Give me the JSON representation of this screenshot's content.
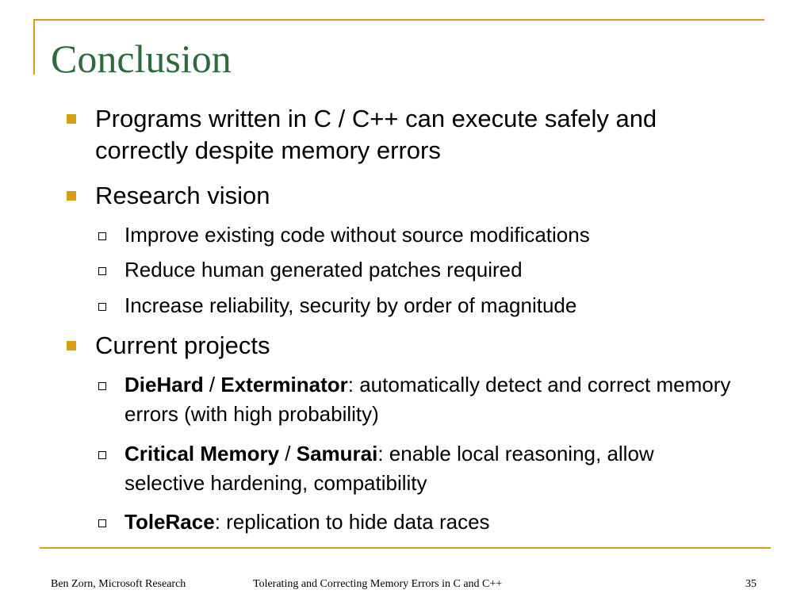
{
  "slide": {
    "title": "Conclusion",
    "bullets": [
      {
        "text": "Programs written in C / C++ can execute safely and correctly despite memory errors"
      },
      {
        "text": "Research vision",
        "sub": [
          {
            "text": "Improve existing code without source modifications"
          },
          {
            "text": "Reduce human generated patches required"
          },
          {
            "text": "Increase reliability, security by order of magnitude"
          }
        ]
      },
      {
        "text": "Current projects",
        "sub": [
          {
            "bold1": "DieHard",
            "sep": " / ",
            "bold2": "Exterminator",
            "rest": ": automatically detect and correct memory errors (with high probability)"
          },
          {
            "bold1": "Critical Memory",
            "sep": " / ",
            "bold2": "Samurai",
            "rest": ": enable local reasoning, allow selective hardening, compatibility"
          },
          {
            "bold1": "ToleRace",
            "rest": ": replication to hide data races"
          }
        ]
      }
    ]
  },
  "footer": {
    "author": "Ben Zorn, Microsoft Research",
    "talk_title": "Tolerating and Correcting Memory Errors in C and C++",
    "page_number": "35"
  },
  "colors": {
    "accent": "#d4a017",
    "title": "#2e6b3a"
  },
  "icons": {
    "level1_bullet": "filled-square-bullet-icon",
    "level2_bullet": "hollow-square-bullet-icon"
  }
}
